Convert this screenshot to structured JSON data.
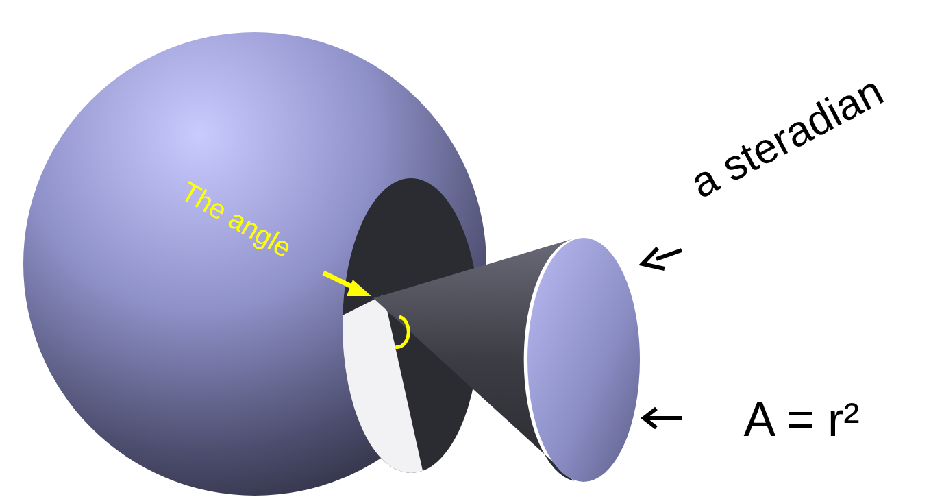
{
  "diagram": {
    "labels": [
      "The angle",
      "a steradian",
      "A = r²"
    ]
  }
}
